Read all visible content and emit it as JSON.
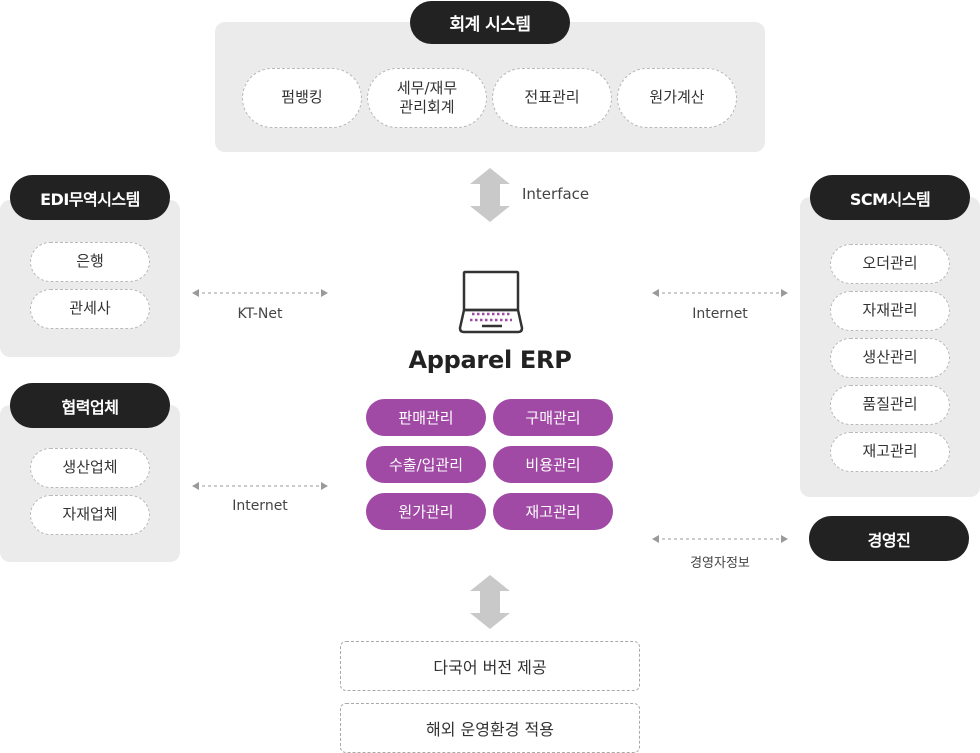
{
  "accounting": {
    "title": "회계 시스템",
    "items": [
      "펌뱅킹",
      "세무/재무\n관리회계",
      "전표관리",
      "원가계산"
    ]
  },
  "interface_label": "Interface",
  "edi": {
    "title": "EDI무역시스템",
    "items": [
      "은행",
      "관세사"
    ],
    "link_label": "KT-Net"
  },
  "partner": {
    "title": "협력업체",
    "items": [
      "생산업체",
      "자재업체"
    ],
    "link_label": "Internet"
  },
  "scm": {
    "title": "SCM시스템",
    "items": [
      "오더관리",
      "자재관리",
      "생산관리",
      "품질관리",
      "재고관리"
    ],
    "link_label": "Internet"
  },
  "management": {
    "title": "경영진",
    "link_label": "경영자정보"
  },
  "erp": {
    "title": "Apparel ERP",
    "modules": [
      "판매관리",
      "구매관리",
      "수출/입관리",
      "비용관리",
      "원가관리",
      "재고관리"
    ]
  },
  "bottom": {
    "items": [
      "다국어 버전 제공",
      "해외 운영환경 적용"
    ]
  },
  "colors": {
    "panel": "#ebebeb",
    "dark_pill": "#222222",
    "module": "#a04aa6"
  }
}
